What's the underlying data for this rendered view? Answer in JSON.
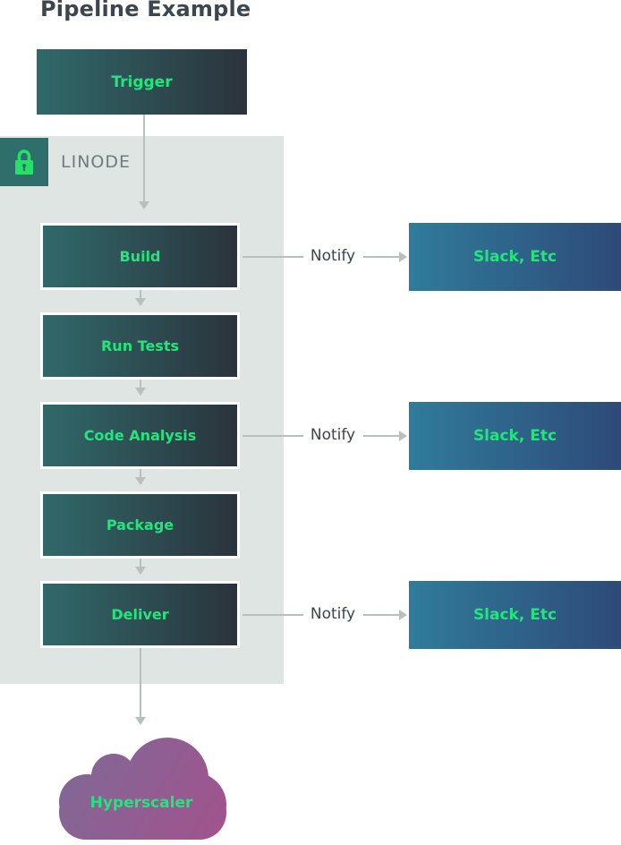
{
  "title": "Pipeline Example",
  "trigger": {
    "label": "Trigger"
  },
  "provider": {
    "name": "LINODE",
    "icon": "lock-icon"
  },
  "steps": [
    {
      "label": "Build"
    },
    {
      "label": "Run Tests"
    },
    {
      "label": "Code Analysis"
    },
    {
      "label": "Package"
    },
    {
      "label": "Deliver"
    }
  ],
  "connectors": [
    {
      "label": "Notify",
      "target": "Slack, Etc"
    },
    {
      "label": "Notify",
      "target": "Slack, Etc"
    },
    {
      "label": "Notify",
      "target": "Slack, Etc"
    }
  ],
  "cloud": {
    "label": "Hyperscaler"
  },
  "colors": {
    "accent_green": "#23E57C",
    "step_gradient_start": "#30696A",
    "step_gradient_end": "#2B333C",
    "slack_gradient_start": "#307B9B",
    "slack_gradient_end": "#2E4A78",
    "cloud_gradient_start": "#7C6B97",
    "cloud_gradient_end": "#A3528D",
    "container_bg": "#DEE5E3",
    "lock_badge_bg": "#2E6F6B",
    "arrow_gray": "#B9BFBF",
    "title_text": "#3D454E",
    "provider_text": "#6F7C7B"
  }
}
